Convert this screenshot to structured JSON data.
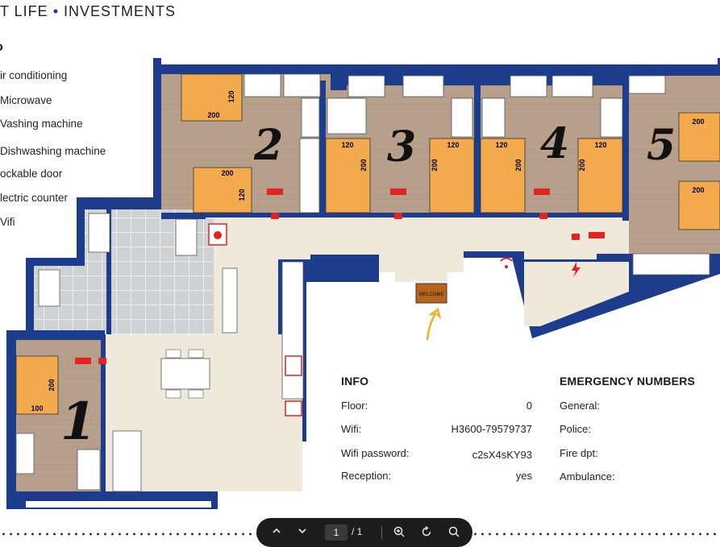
{
  "header": {
    "title_part1": "T LIFE",
    "separator": "•",
    "title_part2": "INVESTMENTS"
  },
  "legend": {
    "title": "o",
    "items": [
      {
        "label": "ir conditioning",
        "icon": "snowflake-icon"
      },
      {
        "label": "Microwave",
        "icon": "microwave-icon"
      },
      {
        "label": "Vashing machine",
        "icon": "washing-machine-icon"
      },
      {
        "label": "Dishwashing machine",
        "icon": "dishwasher-icon"
      },
      {
        "label": "ockable door",
        "icon": "lock-icon"
      },
      {
        "label": "lectric counter",
        "icon": "bolt-icon"
      },
      {
        "label": "Vifi",
        "icon": "wifi-icon"
      }
    ]
  },
  "plan": {
    "rooms": [
      {
        "number": "1"
      },
      {
        "number": "2"
      },
      {
        "number": "3"
      },
      {
        "number": "4"
      },
      {
        "number": "5"
      }
    ],
    "bed_labels": {
      "w200": "200",
      "w120": "120",
      "w100": "100"
    },
    "welcome_sign": "WELCOME",
    "colors": {
      "wall": "#1e3c8c",
      "wood": "#b39a85",
      "floor": "#efe9dc",
      "bed": "#f2aa4c",
      "red": "#e02424",
      "tile": "#c9ccd0"
    }
  },
  "info": {
    "title": "INFO",
    "rows": [
      {
        "label": "Floor:",
        "value": "0"
      },
      {
        "label": "Wifi:",
        "value": "H3600-79579737"
      },
      {
        "label": "Wifi password:",
        "value": "c2sX4sKY93"
      },
      {
        "label": "Reception:",
        "value": "yes"
      }
    ]
  },
  "emergency": {
    "title": "EMERGENCY NUMBERS",
    "rows": [
      {
        "label": "General:"
      },
      {
        "label": "Police:"
      },
      {
        "label": "Fire dpt:"
      },
      {
        "label": "Ambulance:"
      }
    ]
  },
  "pdf_toolbar": {
    "current_page": "1",
    "total_pages": "/ 1",
    "buttons": [
      "chevron-up-icon",
      "chevron-down-icon",
      "zoom-in-icon",
      "rotate-icon",
      "search-icon"
    ]
  }
}
